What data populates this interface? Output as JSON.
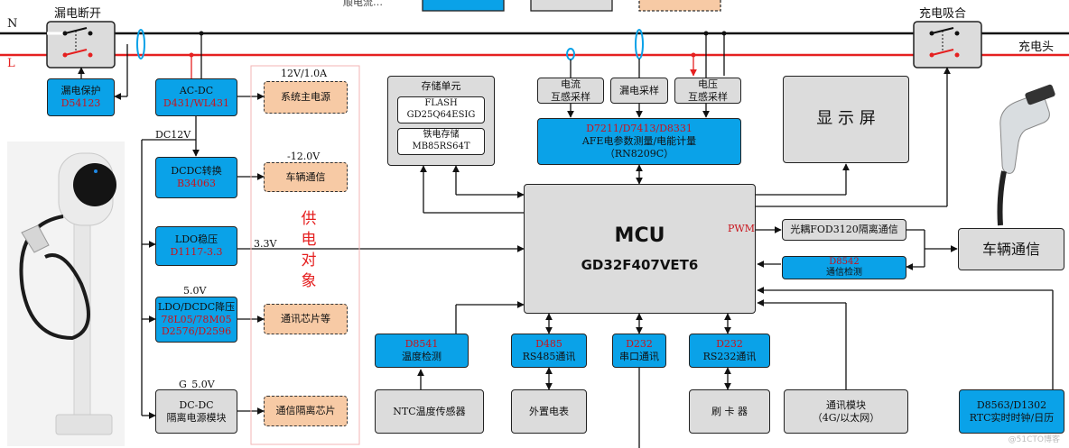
{
  "lines": {
    "n": "N",
    "l": "L",
    "leak_breaker": "漏电断开",
    "charge_contactor": "充电吸合",
    "charge_head": "充电头"
  },
  "top_cut": {
    "text": "顺电流…"
  },
  "power": {
    "leak_protect": {
      "title": "漏电保护",
      "part": "D54123"
    },
    "acdc": {
      "title": "AC-DC",
      "part": "D431/WL431"
    },
    "dc12v": "DC12V",
    "dcdc": {
      "title": "DCDC转换",
      "part": "B34063"
    },
    "ldo": {
      "title": "LDO稳压",
      "part": "D1117-3.3"
    },
    "ldo_dcdc": {
      "title": "LDO/DCDC降压",
      "part1": "78L05/78M05",
      "part2": "D2576/D2596"
    },
    "iso_dcdc": {
      "title": "DC-DC",
      "sub": "隔离电源模块"
    },
    "v12": "12V/1.0A",
    "vneg12": "-12.0V",
    "v33": "3.3V",
    "v5": "5.0V",
    "vg5": "G_5.0V"
  },
  "loads": {
    "sys_power": "系统主电源",
    "vehicle_comm": "车辆通信",
    "comm_chip": "通讯芯片等",
    "iso_chip": "通信隔离芯片",
    "supply_target": [
      "供",
      "电",
      "对",
      "象"
    ]
  },
  "storage": {
    "title": "存储单元",
    "flash": "FLASH",
    "flash_part": "GD25Q64ESIG",
    "fram": "铁电存储",
    "fram_part": "MB85RS64T"
  },
  "sensing": {
    "current": [
      "电流",
      "互感采样"
    ],
    "leak": "漏电采样",
    "voltage": [
      "电压",
      "互感采样"
    ]
  },
  "afe": {
    "part": "D7211/D7413/D8331",
    "title": "AFE电参数测量/电能计量",
    "chip": "（RN8209C）"
  },
  "display": "显 示 屏",
  "mcu": {
    "title": "MCU",
    "part": "GD32F407VET6",
    "pwm": "PWM"
  },
  "optocoupler": "光耦FOD3120隔离通信",
  "comm_detect": {
    "part": "D8542",
    "title": "通信检测"
  },
  "vehicle_comm_box": "车辆通信",
  "peripherals": {
    "temp": {
      "part": "D8541",
      "title": "温度检测"
    },
    "rs485": {
      "part": "D485",
      "title": "RS485通讯"
    },
    "serial": {
      "part": "D232",
      "title": "串口通讯"
    },
    "rs232": {
      "part": "D232",
      "title": "RS232通讯"
    },
    "ntc": "NTC温度传感器",
    "meter": "外置电表",
    "card": "刷 卡 器",
    "comm_module": [
      "通讯模块",
      "（4G/以太网）"
    ],
    "rtc": {
      "part": "D8563/D1302",
      "title": "RTC实时时钟/日历"
    }
  },
  "watermark": "@51CTO博客",
  "colors": {
    "blue": "#0aa2e8",
    "gray": "#dcdcdc",
    "peach": "#f7caa5",
    "red_line": "#e52020",
    "part_red": "#c8141c"
  }
}
